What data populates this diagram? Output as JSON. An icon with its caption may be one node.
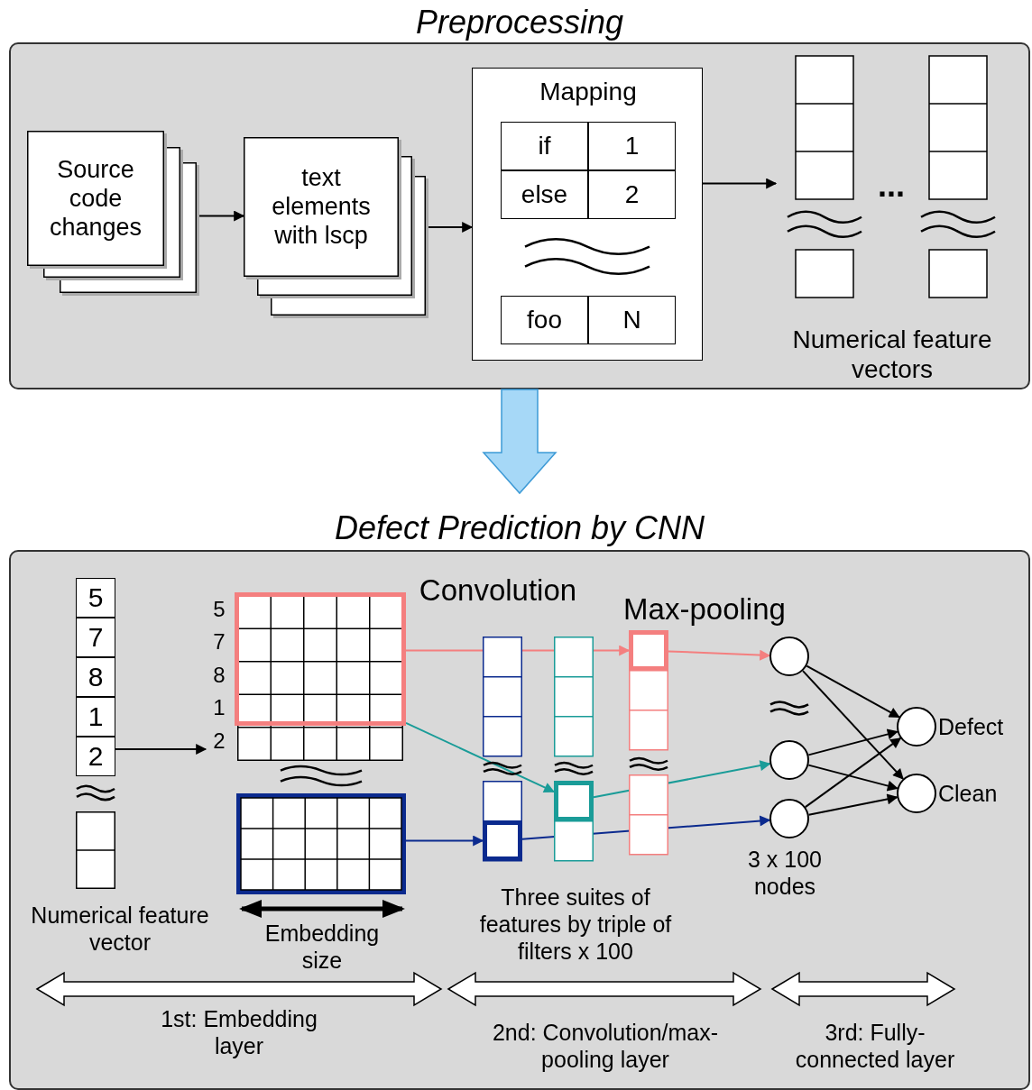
{
  "diagram": {
    "nodes": [
      {
        "text": [
          "Preprocessing"
        ]
      },
      {
        "text": [
          "Source code changes"
        ],
        "in": 0
      },
      {
        "text": [
          "text elements with lscp"
        ],
        "in": 0
      },
      {
        "text": [
          "Mapping",
          "if",
          "1",
          "else",
          "2",
          "foo",
          "N"
        ],
        "in": 0
      },
      {
        "text": [
          "Numerical feature vectors"
        ],
        "in": 0
      },
      {
        "text": [
          "Defect Prediction by CNN"
        ]
      },
      {
        "text": [
          "5",
          "7",
          "8",
          "1",
          "2",
          "Numerical feature vector"
        ],
        "in": 5
      },
      {
        "text": [
          "5",
          "7",
          "8",
          "1",
          "2"
        ],
        "in": 5
      },
      {
        "text": [],
        "shape": "box",
        "in": 7
      },
      {
        "text": [],
        "shape": "box",
        "in": 5
      },
      {
        "text": [],
        "shape": "bar",
        "in": 5
      },
      {
        "text": [],
        "shape": "box",
        "in": 10
      },
      {
        "text": [],
        "shape": "bar",
        "in": 5
      },
      {
        "text": [],
        "shape": "box",
        "in": 12
      },
      {
        "text": [],
        "shape": "bar",
        "in": 5
      },
      {
        "text": [],
        "shape": "box",
        "in": 14
      },
      {
        "text": [],
        "shape": "circle",
        "in": 5
      },
      {
        "text": [],
        "shape": "circle",
        "in": 5
      },
      {
        "text": [],
        "shape": "circle",
        "in": 5
      },
      {
        "text": [],
        "shape": "circle",
        "in": 5,
        "beside": [
          "Defect"
        ]
      },
      {
        "text": [],
        "shape": "circle",
        "in": 5,
        "beside": [
          "Clean"
        ]
      }
    ],
    "edges": [
      {
        "from": 1,
        "to": 2,
        "arrow": "to"
      },
      {
        "from": 2,
        "to": 3,
        "arrow": "to"
      },
      {
        "from": 3,
        "to": 4,
        "arrow": "to"
      },
      {
        "from": 0,
        "to": 5,
        "arrow": "to",
        "style": "thick",
        "color": "#a6d8f7"
      },
      {
        "from": 6,
        "to": 7,
        "arrow": "to"
      },
      {
        "from": 8,
        "to": 15,
        "arrow": "to",
        "color": "#f47f7f"
      },
      {
        "from": 15,
        "to": 16,
        "arrow": "to",
        "color": "#f47f7f"
      },
      {
        "from": 7,
        "to": 13,
        "arrow": "to",
        "color": "#1a9c98"
      },
      {
        "from": 13,
        "to": 17,
        "arrow": "to",
        "color": "#1a9c98"
      },
      {
        "from": 9,
        "to": 11,
        "arrow": "to",
        "color": "#0b2a8e"
      },
      {
        "from": 11,
        "to": 18,
        "arrow": "to",
        "color": "#0b2a8e"
      },
      {
        "from": 16,
        "to": 19,
        "arrow": "to"
      },
      {
        "from": 16,
        "to": 20,
        "arrow": "to"
      },
      {
        "from": 17,
        "to": 19,
        "arrow": "to"
      },
      {
        "from": 17,
        "to": 20,
        "arrow": "to"
      },
      {
        "from": 18,
        "to": 19,
        "arrow": "to"
      },
      {
        "from": 18,
        "to": 20,
        "arrow": "to"
      }
    ],
    "labels": [
      "...",
      "Convolution",
      "Max-pooling",
      "Embedding size",
      "Three suites of features by triple of filters x 100",
      "3 x 100 nodes",
      "1st: Embedding layer",
      "2nd: Convolution/max-pooling layer",
      "3rd: Fully-connected layer"
    ]
  }
}
